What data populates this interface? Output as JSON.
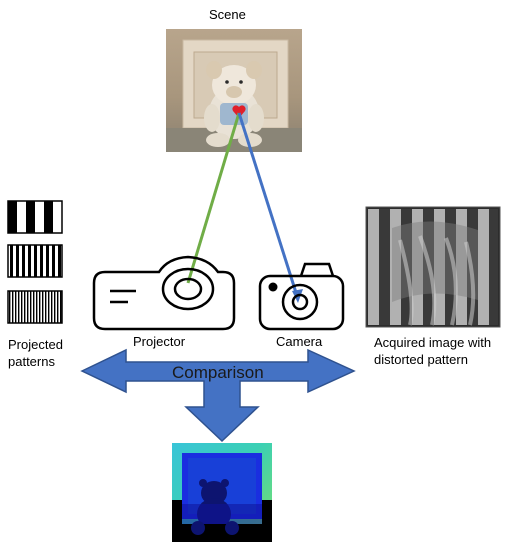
{
  "labels": {
    "scene": "Scene",
    "projector": "Projector",
    "camera": "Camera",
    "acquired": "Acquired image with\ndistorted pattern",
    "patterns": "Projected\npatterns",
    "comparison": "Comparison"
  },
  "colors": {
    "projector_ray": "#70ad47",
    "camera_ray": "#4472c4",
    "arrow_fill": "#4472c4",
    "arrow_stroke": "#2f528f",
    "marker": "#e0202a"
  },
  "icons": {
    "projector": "projector-icon",
    "camera": "camera-icon",
    "scene_image": "teddy-bear-scene-image",
    "depth_map": "depth-map-image",
    "acquired_image": "distorted-fringe-image"
  }
}
